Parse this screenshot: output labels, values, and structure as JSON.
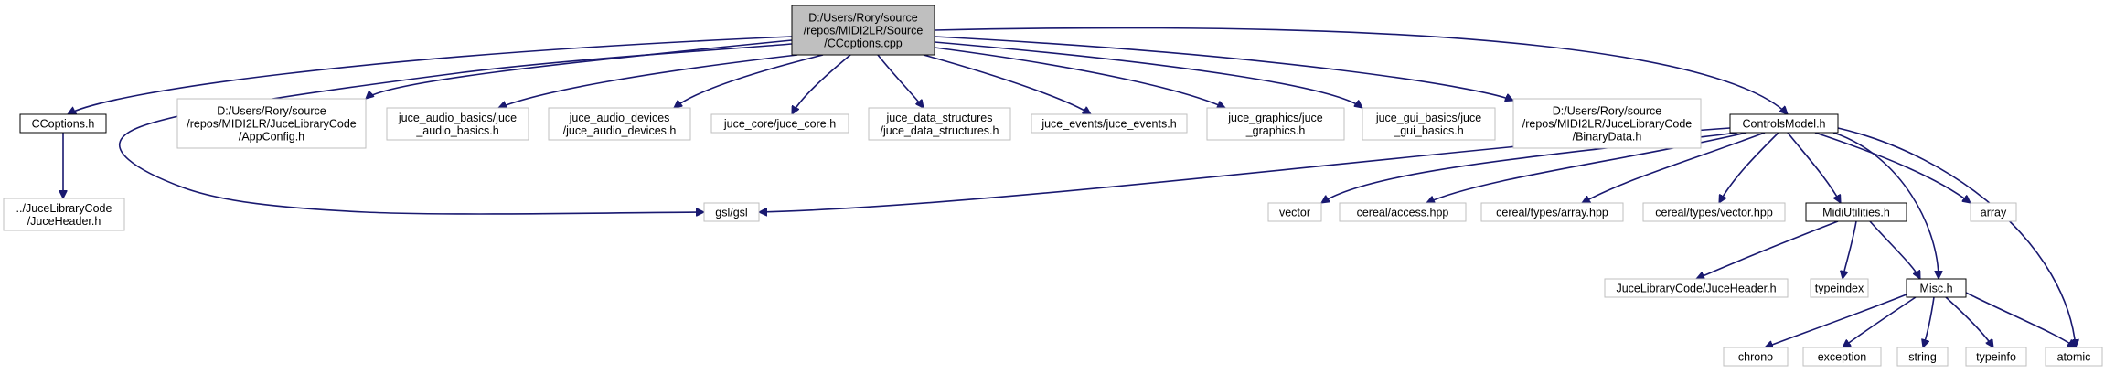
{
  "colors": {
    "root_fill": "#bfbfbf",
    "root_border": "#000000",
    "linked_border": "#000000",
    "external_border": "#bfbfbf",
    "edge": "#191970",
    "text": "#000000"
  },
  "nodes": [
    {
      "id": "ccoptions_cpp",
      "kind": "root",
      "lines": [
        "D:/Users/Rory/source",
        "/repos/MIDI2LR/Source",
        "/CCoptions.cpp"
      ]
    },
    {
      "id": "ccoptions_h",
      "kind": "linked",
      "lines": [
        "CCoptions.h"
      ]
    },
    {
      "id": "juceheader_rel",
      "kind": "external",
      "lines": [
        "../JuceLibraryCode",
        "/JuceHeader.h"
      ]
    },
    {
      "id": "appconfig_h",
      "kind": "external",
      "lines": [
        "D:/Users/Rory/source",
        "/repos/MIDI2LR/JuceLibraryCode",
        "/AppConfig.h"
      ]
    },
    {
      "id": "juce_audio_basics",
      "kind": "external",
      "lines": [
        "juce_audio_basics/juce",
        "_audio_basics.h"
      ]
    },
    {
      "id": "juce_audio_devices",
      "kind": "external",
      "lines": [
        "juce_audio_devices",
        "/juce_audio_devices.h"
      ]
    },
    {
      "id": "juce_core",
      "kind": "external",
      "lines": [
        "juce_core/juce_core.h"
      ]
    },
    {
      "id": "juce_data_structures",
      "kind": "external",
      "lines": [
        "juce_data_structures",
        "/juce_data_structures.h"
      ]
    },
    {
      "id": "juce_events",
      "kind": "external",
      "lines": [
        "juce_events/juce_events.h"
      ]
    },
    {
      "id": "juce_graphics",
      "kind": "external",
      "lines": [
        "juce_graphics/juce",
        "_graphics.h"
      ]
    },
    {
      "id": "juce_gui_basics",
      "kind": "external",
      "lines": [
        "juce_gui_basics/juce",
        "_gui_basics.h"
      ]
    },
    {
      "id": "binarydata_h",
      "kind": "external",
      "lines": [
        "D:/Users/Rory/source",
        "/repos/MIDI2LR/JuceLibraryCode",
        "/BinaryData.h"
      ]
    },
    {
      "id": "controlsmodel_h",
      "kind": "linked",
      "lines": [
        "ControlsModel.h"
      ]
    },
    {
      "id": "gsl",
      "kind": "external",
      "lines": [
        "gsl/gsl"
      ]
    },
    {
      "id": "vector",
      "kind": "external",
      "lines": [
        "vector"
      ]
    },
    {
      "id": "cereal_access",
      "kind": "external",
      "lines": [
        "cereal/access.hpp"
      ]
    },
    {
      "id": "cereal_array",
      "kind": "external",
      "lines": [
        "cereal/types/array.hpp"
      ]
    },
    {
      "id": "cereal_vector",
      "kind": "external",
      "lines": [
        "cereal/types/vector.hpp"
      ]
    },
    {
      "id": "midiutilities_h",
      "kind": "linked",
      "lines": [
        "MidiUtilities.h"
      ]
    },
    {
      "id": "array",
      "kind": "external",
      "lines": [
        "array"
      ]
    },
    {
      "id": "juceheader_jlc",
      "kind": "external",
      "lines": [
        "JuceLibraryCode/JuceHeader.h"
      ]
    },
    {
      "id": "typeindex",
      "kind": "external",
      "lines": [
        "typeindex"
      ]
    },
    {
      "id": "misc_h",
      "kind": "linked",
      "lines": [
        "Misc.h"
      ]
    },
    {
      "id": "chrono",
      "kind": "external",
      "lines": [
        "chrono"
      ]
    },
    {
      "id": "exception",
      "kind": "external",
      "lines": [
        "exception"
      ]
    },
    {
      "id": "string",
      "kind": "external",
      "lines": [
        "string"
      ]
    },
    {
      "id": "typeinfo",
      "kind": "external",
      "lines": [
        "typeinfo"
      ]
    },
    {
      "id": "atomic",
      "kind": "external",
      "lines": [
        "atomic"
      ]
    }
  ],
  "edges": [
    [
      "ccoptions_cpp",
      "ccoptions_h"
    ],
    [
      "ccoptions_cpp",
      "appconfig_h"
    ],
    [
      "ccoptions_cpp",
      "juce_audio_basics"
    ],
    [
      "ccoptions_cpp",
      "juce_audio_devices"
    ],
    [
      "ccoptions_cpp",
      "juce_core"
    ],
    [
      "ccoptions_cpp",
      "juce_data_structures"
    ],
    [
      "ccoptions_cpp",
      "juce_events"
    ],
    [
      "ccoptions_cpp",
      "juce_graphics"
    ],
    [
      "ccoptions_cpp",
      "juce_gui_basics"
    ],
    [
      "ccoptions_cpp",
      "binarydata_h"
    ],
    [
      "ccoptions_cpp",
      "controlsmodel_h"
    ],
    [
      "ccoptions_cpp",
      "gsl"
    ],
    [
      "ccoptions_h",
      "juceheader_rel"
    ],
    [
      "controlsmodel_h",
      "gsl"
    ],
    [
      "controlsmodel_h",
      "vector"
    ],
    [
      "controlsmodel_h",
      "cereal_access"
    ],
    [
      "controlsmodel_h",
      "cereal_array"
    ],
    [
      "controlsmodel_h",
      "cereal_vector"
    ],
    [
      "controlsmodel_h",
      "midiutilities_h"
    ],
    [
      "controlsmodel_h",
      "array"
    ],
    [
      "controlsmodel_h",
      "misc_h"
    ],
    [
      "controlsmodel_h",
      "atomic"
    ],
    [
      "midiutilities_h",
      "juceheader_jlc"
    ],
    [
      "midiutilities_h",
      "typeindex"
    ],
    [
      "midiutilities_h",
      "misc_h"
    ],
    [
      "misc_h",
      "chrono"
    ],
    [
      "misc_h",
      "exception"
    ],
    [
      "misc_h",
      "string"
    ],
    [
      "misc_h",
      "typeinfo"
    ],
    [
      "misc_h",
      "atomic"
    ]
  ]
}
